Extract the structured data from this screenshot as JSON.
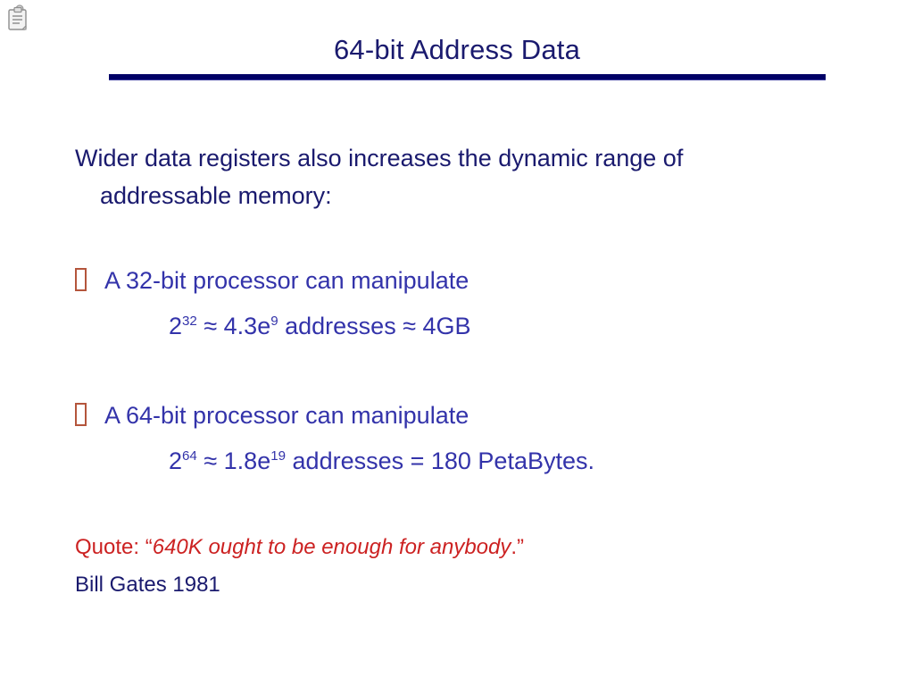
{
  "slide": {
    "title": "64-bit Address Data",
    "corner_icon": "clipboard-notes-icon",
    "colors": {
      "title": "#1a1a6e",
      "rule": "#000066",
      "body": "#1a1a6e",
      "bullet_text": "#3333aa",
      "bullet_marker": "#b4553c",
      "quote": "#cc2222",
      "background": "#ffffff"
    }
  },
  "lead": {
    "line1": "Wider data registers also increases the dynamic range of",
    "line2": "addressable memory:"
  },
  "bullets": [
    {
      "marker": "tofu-box",
      "text": "A 32-bit processor can manipulate",
      "math": {
        "base": "2",
        "exponent": "32",
        "middle": " ≈ 4.3e",
        "exponent2": "9",
        "tail": " addresses ≈ 4GB"
      }
    },
    {
      "marker": "tofu-box",
      "text": "A 64-bit processor can manipulate",
      "math": {
        "base": "2",
        "exponent": "64",
        "middle": " ≈ 1.8e",
        "exponent2": "19",
        "tail": " addresses = 180 PetaBytes."
      }
    }
  ],
  "quote": {
    "label": "Quote: “",
    "text": "640K ought to be enough for anybody",
    "closing": ".”",
    "attribution": "Bill Gates 1981"
  }
}
